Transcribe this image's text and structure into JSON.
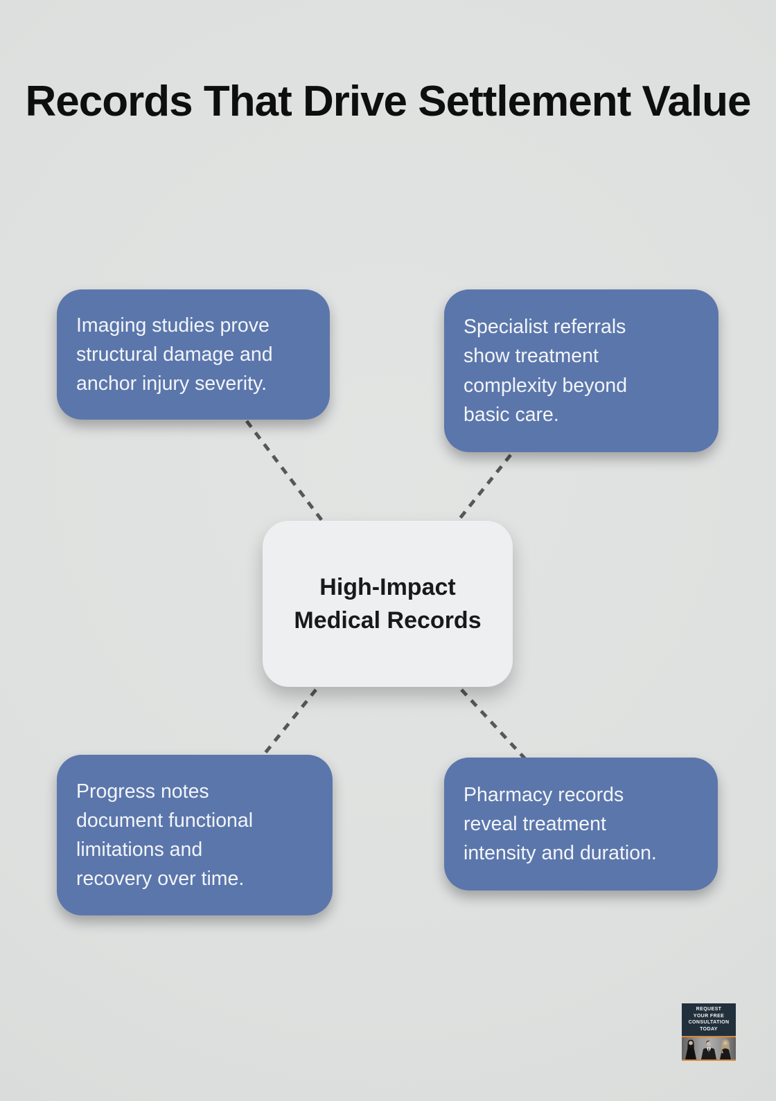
{
  "title": "Records That Drive Settlement Value",
  "center_node": {
    "label": "High-Impact\nMedical Records"
  },
  "nodes": {
    "top_left": {
      "text": "Imaging studies prove\nstructural damage and\nanchor injury severity."
    },
    "top_right": {
      "text": "Specialist referrals\nshow treatment\ncomplexity beyond\nbasic care."
    },
    "bottom_left": {
      "text": "Progress notes\ndocument functional\nlimitations and\nrecovery over time."
    },
    "bottom_right": {
      "text": "Pharmacy records\nreveal treatment\nintensity and duration."
    }
  },
  "badge": {
    "text": "REQUEST\nYOUR FREE\nCONSULTATION\nTODAY"
  },
  "colors": {
    "background": "#DEE0DF",
    "node_blue": "#5B76AB",
    "node_text": "#F2F5F9",
    "center_bg": "#EDEFF0",
    "center_text": "#191919",
    "connector": "#575757",
    "badge_navy": "#22303C",
    "badge_orange": "#E0852F",
    "title_color": "#0E0E0E"
  }
}
